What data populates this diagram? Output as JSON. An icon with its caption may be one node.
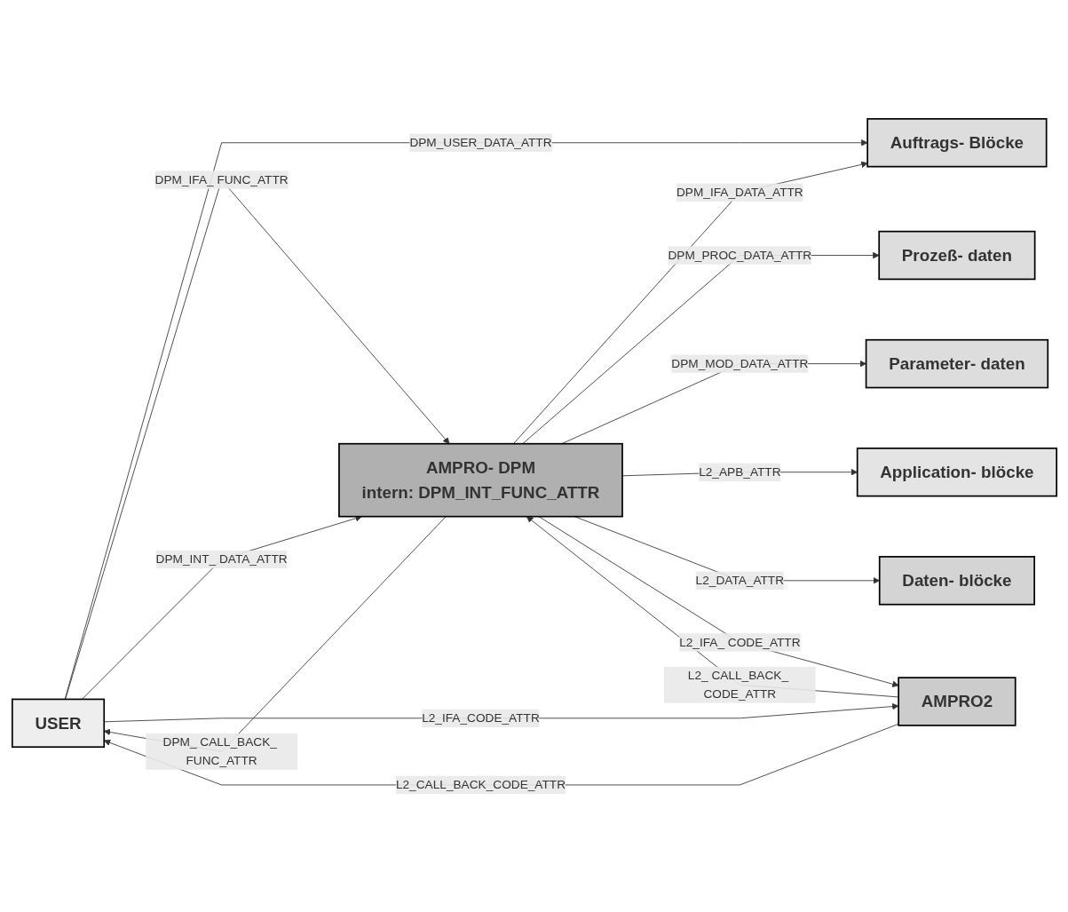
{
  "diagram": {
    "nodes": [
      {
        "text": [
          "USER"
        ]
      },
      {
        "text": [
          "Auftrags- Blöcke"
        ]
      },
      {
        "text": [
          "Prozeß- daten"
        ]
      },
      {
        "text": [
          "Parameter- daten"
        ]
      },
      {
        "text": [
          "AMPRO- DPM",
          "intern: DPM_INT_FUNC_ATTR"
        ]
      },
      {
        "text": [
          "Application- blöcke"
        ]
      },
      {
        "text": [
          "Daten- blöcke"
        ]
      },
      {
        "text": [
          "AMPRO2"
        ]
      }
    ],
    "edges": [
      {
        "from": 0,
        "to": 1,
        "arrow": "to",
        "label": "DPM_USER_DATA_ATTR"
      },
      {
        "from": 4,
        "to": 1,
        "arrow": "to",
        "label": "DPM_IFA_DATA_ATTR"
      },
      {
        "from": 4,
        "to": 2,
        "arrow": "to",
        "label": "DPM_PROC_DATA_ATTR"
      },
      {
        "from": 4,
        "to": 3,
        "arrow": "to",
        "label": "DPM_MOD_DATA_ATTR"
      },
      {
        "from": 4,
        "to": 5,
        "arrow": "to",
        "label": "L2_APB_ATTR"
      },
      {
        "from": 4,
        "to": 6,
        "arrow": "to",
        "label": "L2_DATA_ATTR"
      },
      {
        "from": 4,
        "to": 0,
        "arrow": "to",
        "label": "DPM_ CALL_BACK_ FUNC_ATTR"
      },
      {
        "from": 0,
        "to": 4,
        "arrow": "to",
        "label": "DPM_IFA_ FUNC_ATTR"
      },
      {
        "from": 0,
        "to": 4,
        "arrow": "to",
        "label": "DPM_INT_ DATA_ATTR"
      },
      {
        "from": 7,
        "to": 0,
        "arrow": "to",
        "label": "L2_CALL_BACK_CODE_ATTR"
      },
      {
        "from": 0,
        "to": 7,
        "arrow": "to",
        "label": "L2_IFA_CODE_ATTR"
      },
      {
        "from": 7,
        "to": 4,
        "arrow": "to",
        "label": "L2_ CALL_BACK_ CODE_ATTR"
      },
      {
        "from": 4,
        "to": 7,
        "arrow": "to",
        "label": "L2_IFA_ CODE_ATTR"
      }
    ]
  }
}
